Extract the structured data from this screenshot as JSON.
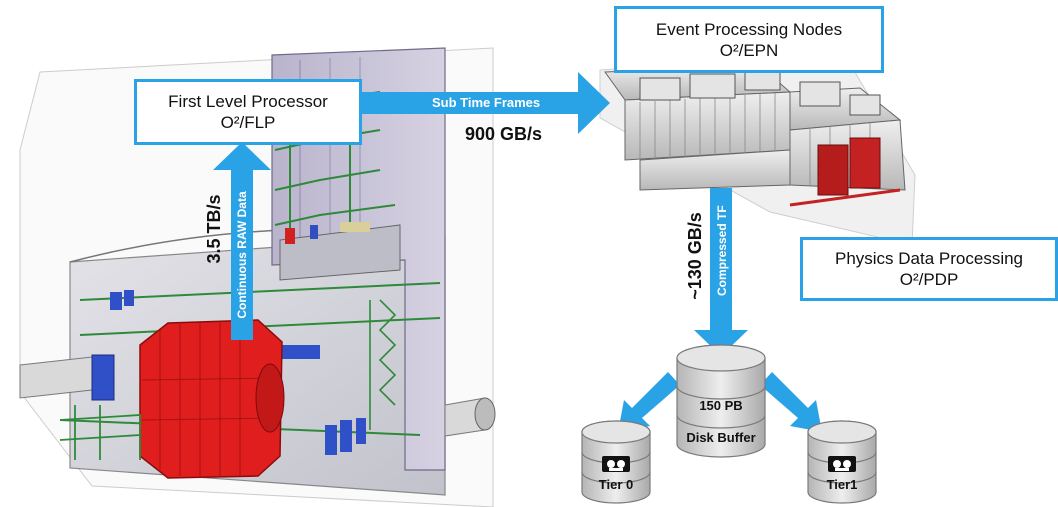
{
  "flp": {
    "line1": "First Level Processor",
    "line2": "O²/FLP"
  },
  "epn": {
    "line1": "Event Processing Nodes",
    "line2": "O²/EPN"
  },
  "pdp": {
    "line1": "Physics Data Processing",
    "line2": "O²/PDP"
  },
  "raw_flow": {
    "rate": "3.5 TB/s",
    "label": "Continuous RAW Data"
  },
  "stf_flow": {
    "label": "Sub Time Frames",
    "rate": "900 GB/s"
  },
  "ctf_flow": {
    "rate": "~130 GB/s",
    "label": "Compressed TF"
  },
  "disk_buffer": {
    "size": "150 PB",
    "label": "Disk Buffer"
  },
  "tier0": {
    "label": "Tier 0"
  },
  "tier1": {
    "label": "Tier1"
  },
  "colors": {
    "accent": "#2aa3e6",
    "detector_red": "#e01e1e",
    "cavern_green": "#2e8a3a"
  }
}
